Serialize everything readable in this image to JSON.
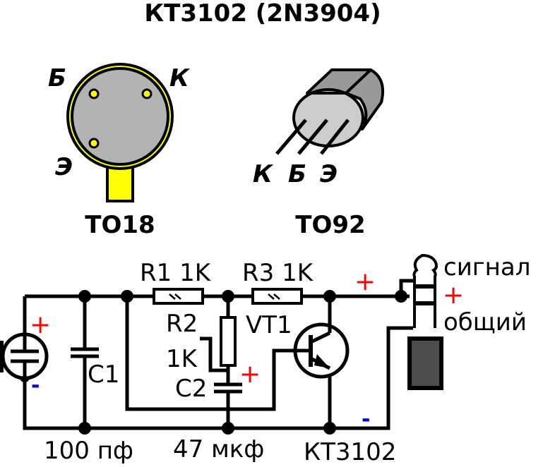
{
  "title": "КТ3102 (2N3904)",
  "packages": {
    "to18": {
      "name": "TO18",
      "pins": {
        "base": "Б",
        "collector": "К",
        "emitter": "Э"
      },
      "colors": {
        "body": "#b3b3b3",
        "rim": "#ffff00",
        "tab": "#ffff00",
        "pin": "#ffff00"
      }
    },
    "to92": {
      "name": "TO92",
      "pins": {
        "collector": "К",
        "base": "Б",
        "emitter": "Э"
      },
      "colors": {
        "face": "#cccccc",
        "top": "#999999",
        "side": "#999999"
      }
    }
  },
  "schematic": {
    "r1": "R1 1K",
    "r3": "R3 1K",
    "r2_name": "R2",
    "r2_value": "1K",
    "vt1": "VT1",
    "c1_name": "C1",
    "c2_name": "C2",
    "c1_value": "100 пф",
    "c2_value": "47 мкф",
    "transistor_model": "КТ3102",
    "jack_signal": "сигнал",
    "jack_common": "общий",
    "plus": "+",
    "minus": "-",
    "colors": {
      "plus": "#ff0000",
      "minus": "#0000ff",
      "jack_sleeve": "#4d4d4d"
    }
  }
}
